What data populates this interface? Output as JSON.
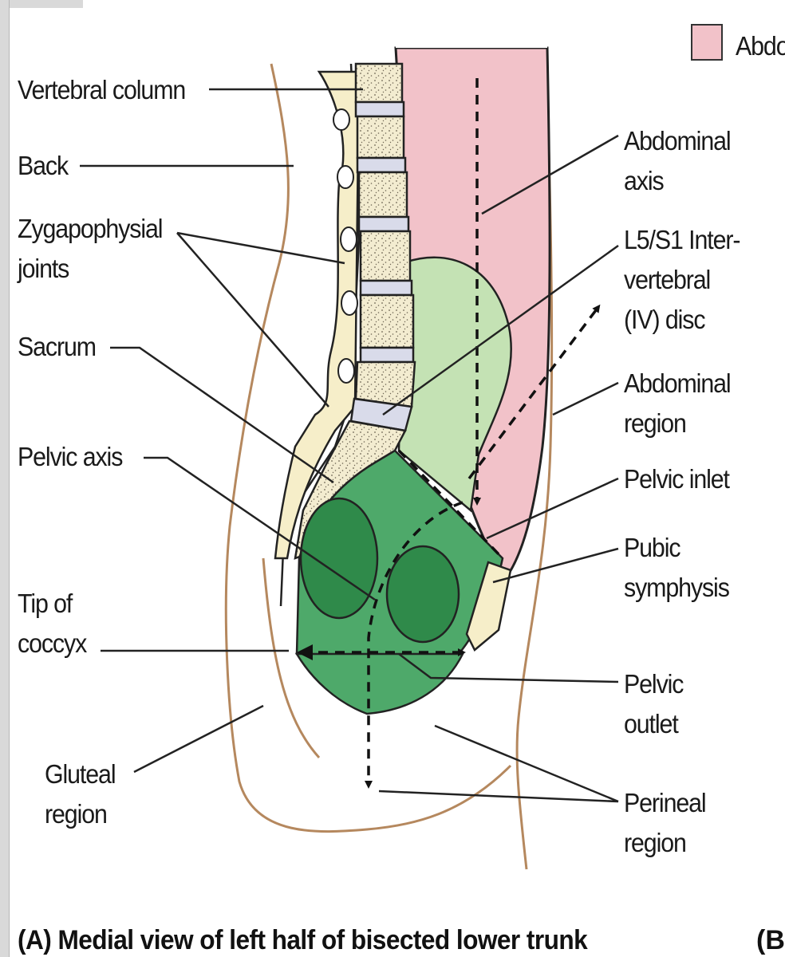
{
  "legend": {
    "label": "Abdo"
  },
  "labels": {
    "vertebral_column": "Vertebral column",
    "back": "Back",
    "zygapophysial_joints": "Zygapophysial\njoints",
    "sacrum": "Sacrum",
    "pelvic_axis": "Pelvic axis",
    "tip_of_coccyx": "Tip of\ncoccyx",
    "gluteal_region": "Gluteal\nregion",
    "abdominal_axis": "Abdominal\naxis",
    "l5s1_disc": "L5/S1 Inter-\nvertebral\n(IV) disc",
    "abdominal_region": "Abdominal\nregion",
    "pelvic_inlet": "Pelvic inlet",
    "pubic_symphysis": "Pubic\nsymphysis",
    "pelvic_outlet": "Pelvic\noutlet",
    "perineal_region": "Perineal\nregion"
  },
  "caption": {
    "a": "(A)  Medial view of left half of bisected lower trunk",
    "b": "(B"
  },
  "colors": {
    "abdominal_pink": "#f2c2c9",
    "pelvic_light_green": "#c4e2b4",
    "pelvic_green": "#4ea96a",
    "pelvic_dark_green": "#2f8a4a",
    "bone": "#f6eec9",
    "disc": "#d9dbea",
    "outline": "#b5885e"
  }
}
